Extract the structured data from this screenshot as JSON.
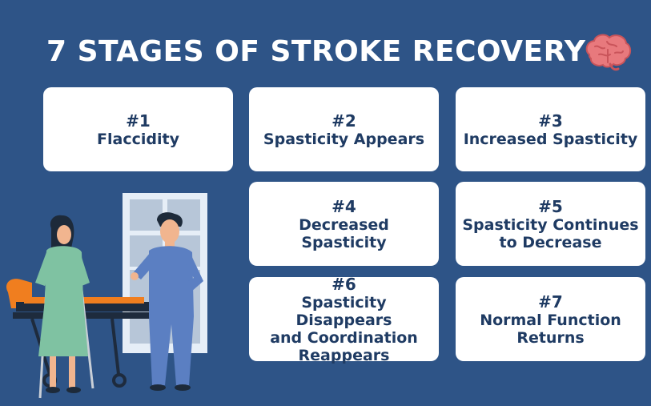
{
  "title": "7 STAGES OF STROKE RECOVERY",
  "icons": {
    "title_icon": "brain-icon"
  },
  "colors": {
    "background": "#2e5487",
    "card": "#ffffff",
    "card_text": "#1f3b63",
    "brain": "#e8797d"
  },
  "stages": [
    {
      "number": "#1",
      "label_lines": [
        "Flaccidity"
      ]
    },
    {
      "number": "#2",
      "label_lines": [
        "Spasticity Appears"
      ]
    },
    {
      "number": "#3",
      "label_lines": [
        "Increased Spasticity"
      ]
    },
    {
      "number": "#4",
      "label_lines": [
        "Decreased",
        "Spasticity"
      ]
    },
    {
      "number": "#5",
      "label_lines": [
        "Spasticity Continues",
        "to Decrease"
      ]
    },
    {
      "number": "#6",
      "label_lines": [
        "Spasticity Disappears",
        "and Coordination",
        "Reappears"
      ]
    },
    {
      "number": "#7",
      "label_lines": [
        "Normal Function",
        "Returns"
      ]
    }
  ]
}
